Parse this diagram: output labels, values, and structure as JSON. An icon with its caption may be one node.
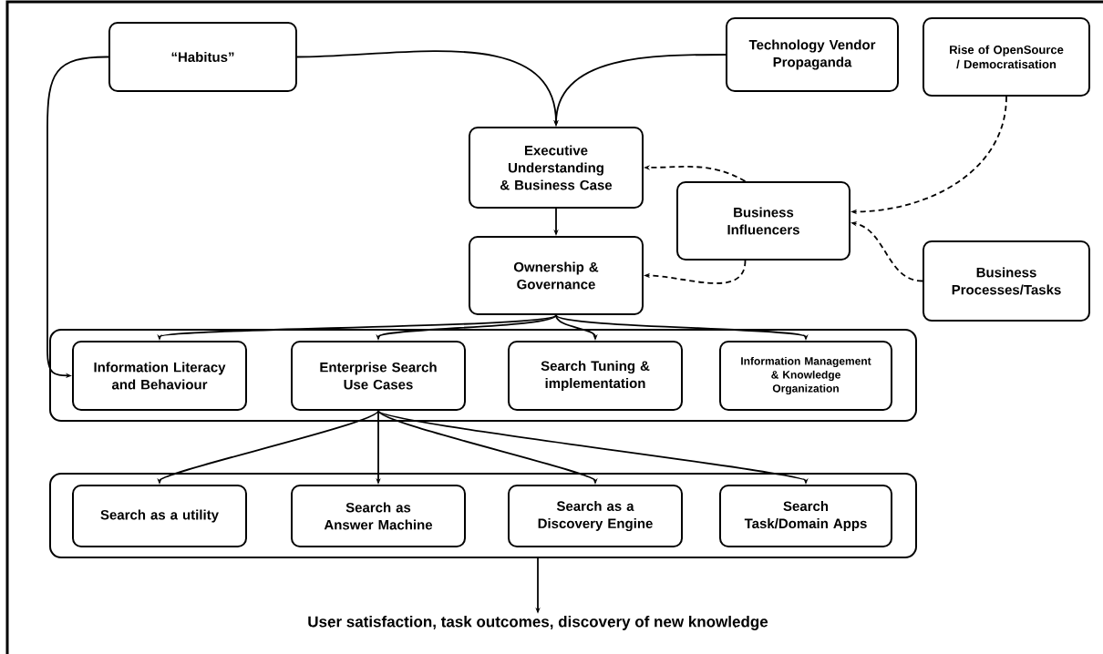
{
  "diagram": {
    "nodes": [
      {
        "text": [
          "“Habitus”"
        ]
      },
      {
        "text": [
          "Technology Vendor Propaganda"
        ]
      },
      {
        "text": [
          "Rise of OpenSource / Democratisation"
        ]
      },
      {
        "text": [
          "Executive Understanding & Business Case"
        ]
      },
      {
        "text": [
          "Business Influencers"
        ]
      },
      {
        "text": [
          "Ownership & Governance"
        ]
      },
      {
        "text": [
          "Business Processes/Tasks"
        ]
      },
      {
        "text": [],
        "shape": "box"
      },
      {
        "text": [
          "Information Literacy and Behaviour"
        ],
        "in": 7
      },
      {
        "text": [
          "Enterprise Search Use Cases"
        ],
        "in": 7
      },
      {
        "text": [
          "Search Tuning & implementation"
        ],
        "in": 7
      },
      {
        "text": [
          "Information Management & Knowledge Organization"
        ],
        "in": 7
      },
      {
        "text": [],
        "shape": "box"
      },
      {
        "text": [
          "Search as a utility"
        ],
        "in": 12
      },
      {
        "text": [
          "Search as Answer Machine"
        ],
        "in": 12
      },
      {
        "text": [
          "Search as a Discovery Engine"
        ],
        "in": 12
      },
      {
        "text": [
          "Search Task/Domain Apps"
        ],
        "in": 12
      },
      {
        "text": [
          "User satisfaction, task outcomes, discovery of new knowledge"
        ]
      }
    ],
    "edges": [
      {
        "from": 0,
        "to": 3,
        "arrow": "to"
      },
      {
        "from": 1,
        "to": 3,
        "arrow": "to"
      },
      {
        "from": 0,
        "to": 8,
        "arrow": "to"
      },
      {
        "from": 2,
        "to": 4,
        "arrow": "to",
        "style": "dashed"
      },
      {
        "from": 4,
        "to": 3,
        "arrow": "to",
        "style": "dashed"
      },
      {
        "from": 4,
        "to": 5,
        "arrow": "to",
        "style": "dashed"
      },
      {
        "from": 6,
        "to": 4,
        "arrow": "to",
        "style": "dashed"
      },
      {
        "from": 3,
        "to": 5,
        "arrow": "to"
      },
      {
        "from": 5,
        "to": 8,
        "arrow": "to"
      },
      {
        "from": 5,
        "to": 9,
        "arrow": "to"
      },
      {
        "from": 5,
        "to": 10,
        "arrow": "to"
      },
      {
        "from": 5,
        "to": 11,
        "arrow": "to"
      },
      {
        "from": 9,
        "to": 13,
        "arrow": "to"
      },
      {
        "from": 9,
        "to": 14,
        "arrow": "to"
      },
      {
        "from": 9,
        "to": 15,
        "arrow": "to"
      },
      {
        "from": 9,
        "to": 16,
        "arrow": "to"
      },
      {
        "from": 12,
        "to": 17,
        "arrow": "to"
      }
    ]
  }
}
